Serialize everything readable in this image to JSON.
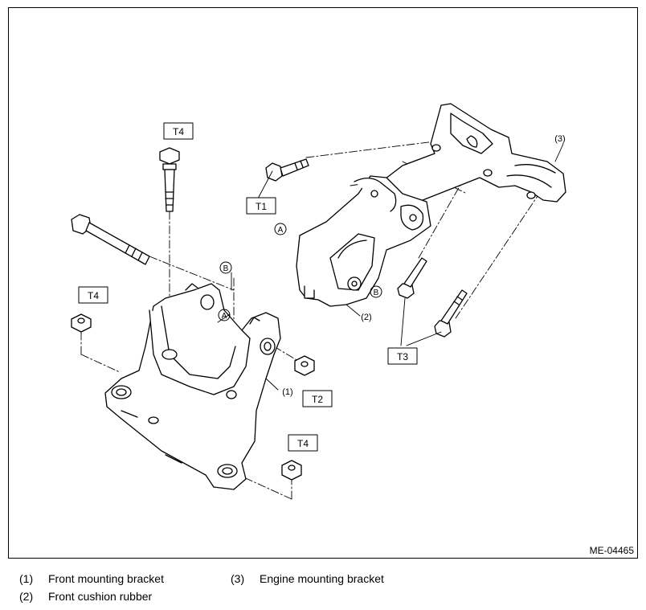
{
  "figure": {
    "code": "ME-04465",
    "torque_tags": {
      "t4_top": "T4",
      "t1": "T1",
      "t4_left": "T4",
      "t2": "T2",
      "t4_bottom": "T4",
      "t3": "T3"
    },
    "callouts": {
      "part1": "(1)",
      "part2": "(2)",
      "part3": "(3)",
      "a_left": "A",
      "a_right": "A",
      "b_left": "B",
      "b_right": "B"
    }
  },
  "legend": [
    {
      "num": "(1)",
      "text": "Front mounting bracket"
    },
    {
      "num": "(2)",
      "text": "Front cushion rubber"
    },
    {
      "num": "(3)",
      "text": "Engine mounting bracket"
    }
  ]
}
